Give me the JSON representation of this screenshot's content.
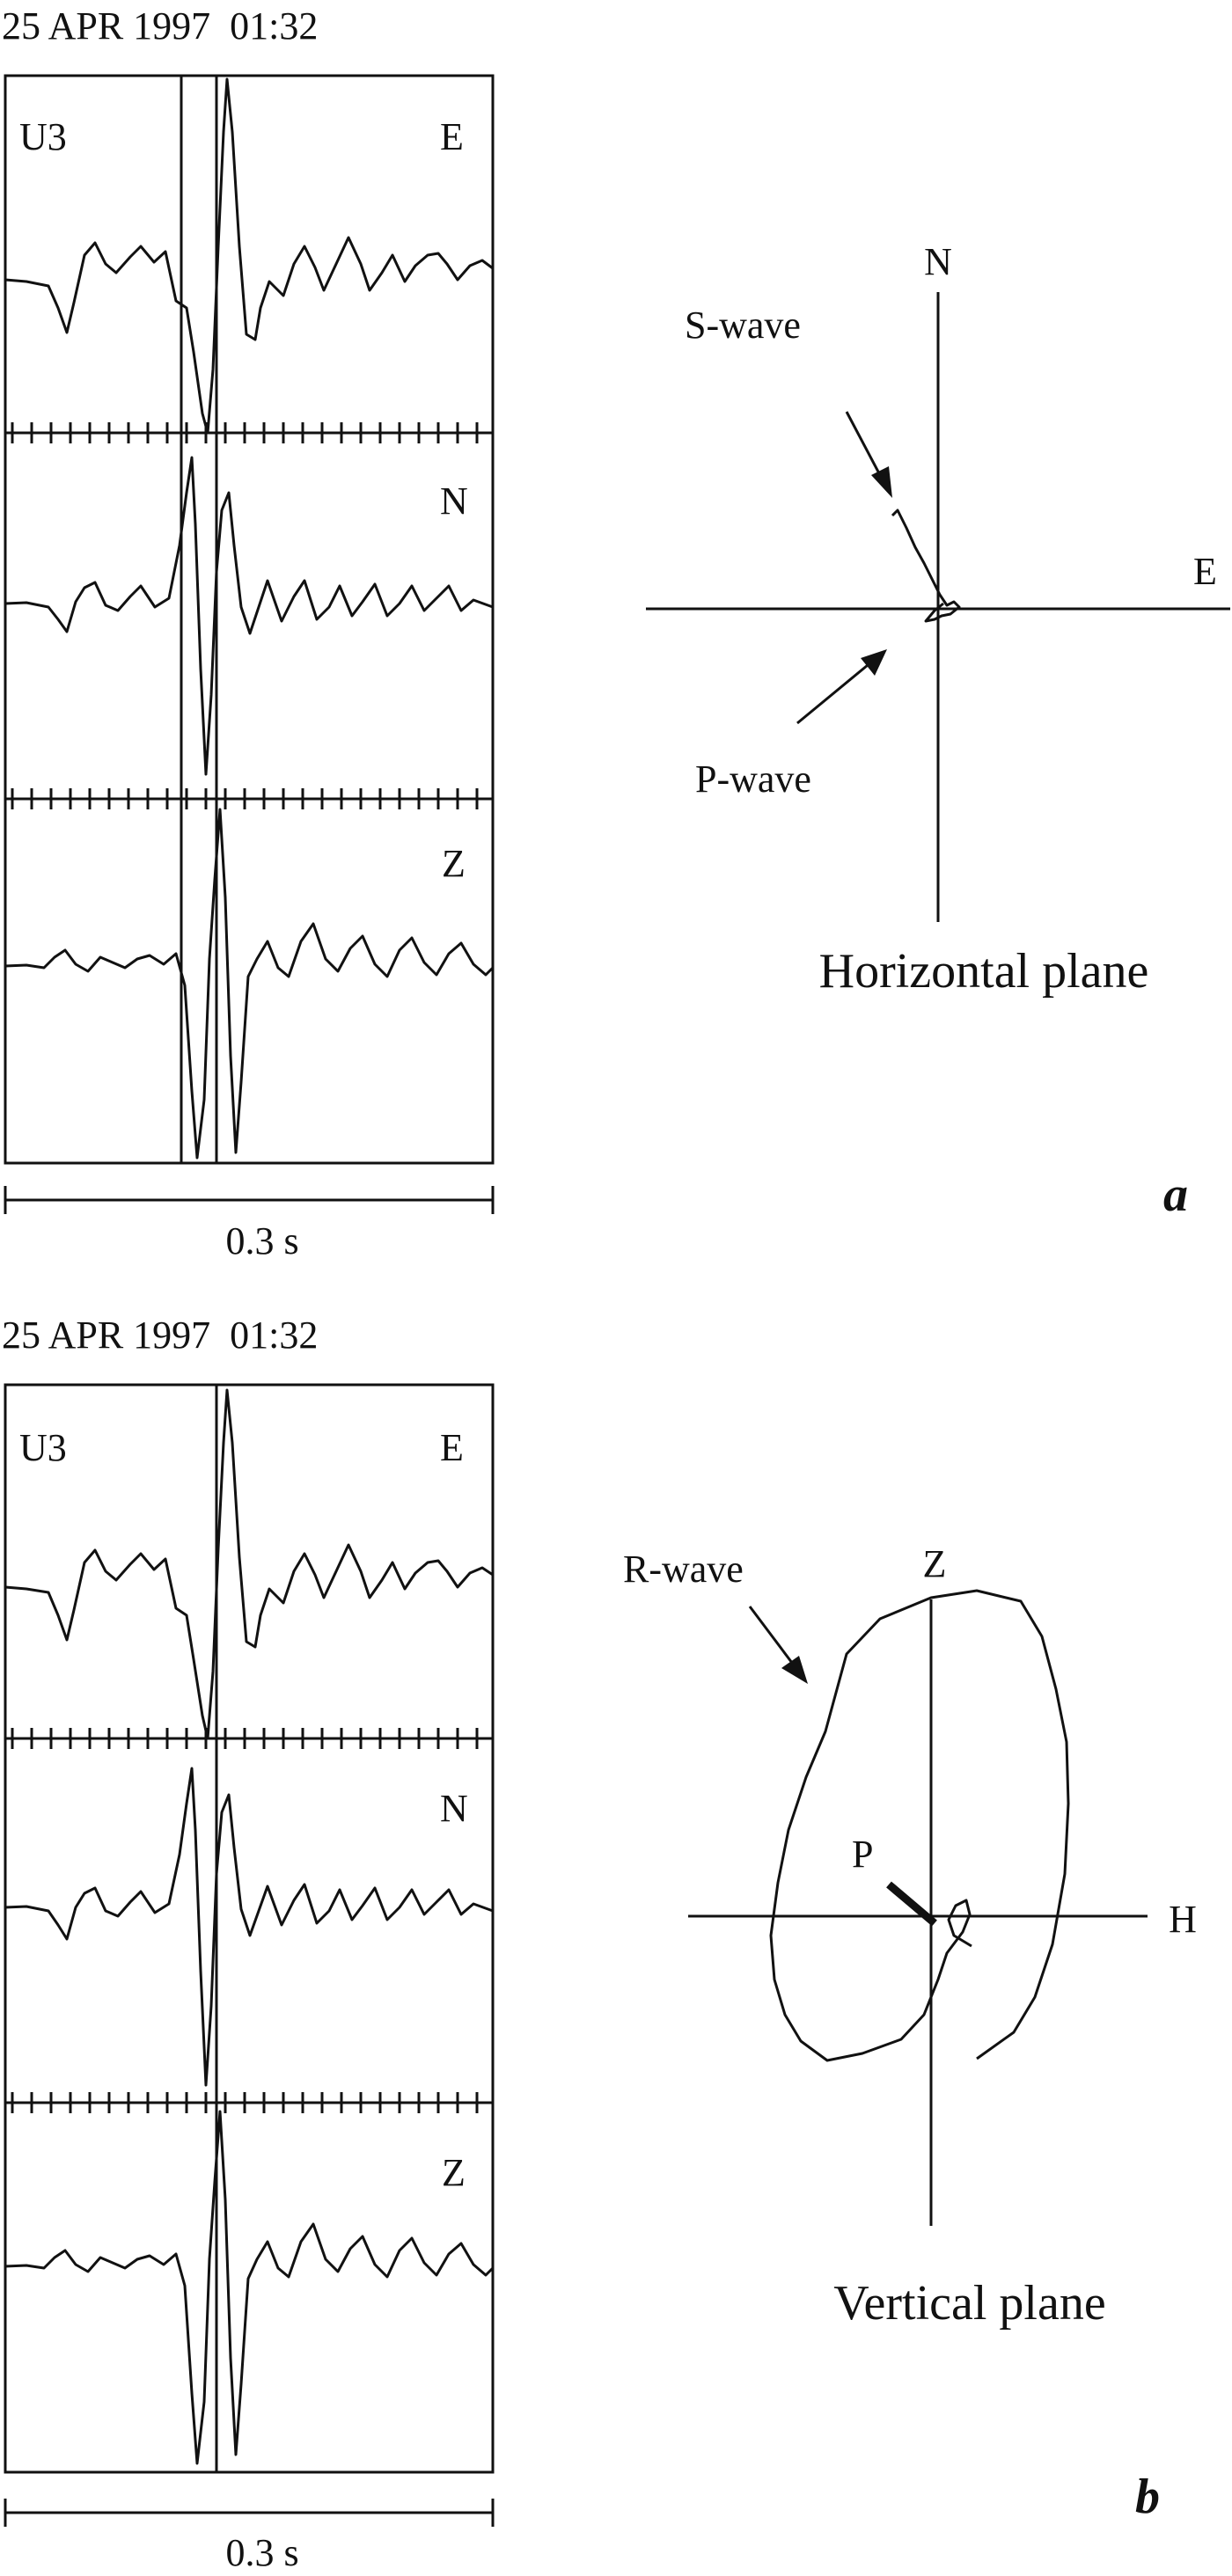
{
  "panel_a": {
    "timestamp": "25 APR 1997  01:32",
    "station": "U3",
    "components": [
      "E",
      "N",
      "Z"
    ],
    "scale_label": "0.3 s",
    "plane_title": "Horizontal plane",
    "axis_labels": {
      "north": "N",
      "east": "E"
    },
    "annotations": {
      "s_wave": "S-wave",
      "p_wave": "P-wave"
    },
    "panel_letter": "a"
  },
  "panel_b": {
    "timestamp": "25 APR 1997  01:32",
    "station": "U3",
    "components": [
      "E",
      "N",
      "Z"
    ],
    "scale_label": "0.3 s",
    "plane_title": "Vertical plane",
    "axis_labels": {
      "vertical": "Z",
      "horizontal": "H"
    },
    "annotations": {
      "r_wave": "R-wave",
      "p": "P"
    },
    "panel_letter": "b"
  }
}
